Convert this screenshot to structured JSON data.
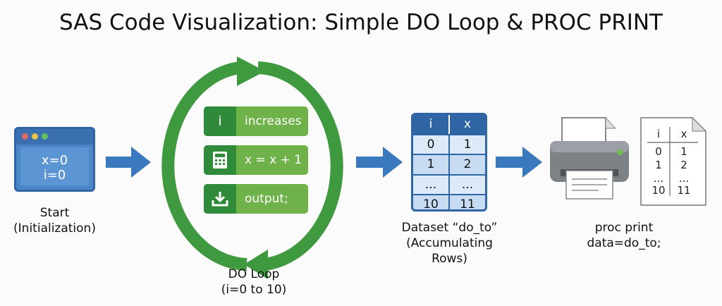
{
  "title": "SAS Code Visualization: Simple DO Loop & PROC PRINT",
  "start": {
    "code_lines": [
      "x=0",
      "i=0"
    ],
    "caption_lines": [
      "Start",
      "(Initialization)"
    ]
  },
  "loop": {
    "steps": [
      {
        "icon": "i-badge",
        "icon_text": "i",
        "label": "increases"
      },
      {
        "icon": "calculator-icon",
        "label": "x = x + 1"
      },
      {
        "icon": "download-icon",
        "label": "output;"
      }
    ],
    "caption_lines": [
      "DO Loop",
      "(i=0 to 10)"
    ]
  },
  "dataset": {
    "headers": [
      "i",
      "x"
    ],
    "rows": [
      [
        "0",
        "1"
      ],
      [
        "1",
        "2"
      ],
      [
        "...",
        "..."
      ],
      [
        "10",
        "11"
      ]
    ],
    "caption_lines": [
      "Dataset “do_to”",
      "(Accumulating Rows)"
    ]
  },
  "print": {
    "headers": [
      "i",
      "x"
    ],
    "rows": [
      [
        "0",
        "1"
      ],
      [
        "1",
        "2"
      ],
      [
        "...",
        "..."
      ],
      [
        "10",
        "11"
      ]
    ],
    "caption_lines": [
      "proc print",
      "data=do_to;"
    ]
  },
  "colors": {
    "blue": "#2f64a5",
    "arrow_blue": "#3a79bd",
    "green": "#3f9a3f",
    "light_green": "#6fb24a"
  }
}
